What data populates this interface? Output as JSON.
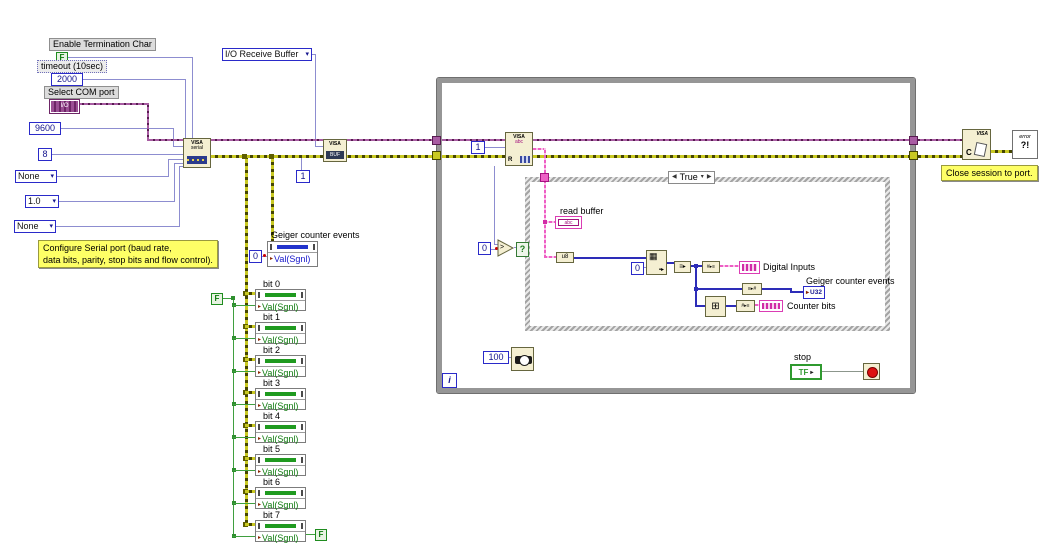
{
  "config": {
    "enable_term_label": "Enable Termination Char",
    "enable_term_value": "F",
    "timeout_label": "timeout (10sec)",
    "timeout_value": "2000",
    "com_port_label": "Select COM port",
    "com_port_value": "I/O",
    "baud_rate": "9600",
    "data_bits": "8",
    "parity": "None",
    "stop_bits": "1.0",
    "flow_control": "None",
    "comment": "Configure Serial port (baud rate,\ndata bits, parity, stop bits and flow control)."
  },
  "io_buffer": {
    "ring_label": "I/O Receive Buffer",
    "size_value": "1"
  },
  "visa_nodes": {
    "configure_title": "VISA",
    "configure_sub": "serial",
    "prop_title": "VISA",
    "prop_icon_text": "BUF",
    "read_title": "VISA",
    "read_mid": "abc",
    "read_r": "R",
    "close_title": "VISA",
    "close_c": "C",
    "error_out_line1": "error",
    "error_out_line2": "?!"
  },
  "while_loop": {
    "iteration": "i",
    "wait_ms": "100",
    "stop_label": "stop",
    "stop_tf": "TF",
    "read_count": "1",
    "compare_value": "0",
    "selector": "?"
  },
  "case": {
    "label": "True",
    "read_buffer_label": "read buffer",
    "offset_value": "0",
    "digital_inputs_label": "Digital Inputs",
    "geiger_label": "Geiger counter events",
    "geiger_type": "U32",
    "counter_bits_label": "Counter bits"
  },
  "close_section": {
    "comment": "Close session to port."
  },
  "geiger_prop": {
    "label": "Geiger counter events",
    "value": "0",
    "property": "Val(Sgnl)"
  },
  "bits": [
    {
      "label": "bit 0",
      "property": "Val(Sgnl)"
    },
    {
      "label": "bit 1",
      "property": "Val(Sgnl)"
    },
    {
      "label": "bit 2",
      "property": "Val(Sgnl)"
    },
    {
      "label": "bit 3",
      "property": "Val(Sgnl)"
    },
    {
      "label": "bit 4",
      "property": "Val(Sgnl)"
    },
    {
      "label": "bit 5",
      "property": "Val(Sgnl)"
    },
    {
      "label": "bit 6",
      "property": "Val(Sgnl)"
    },
    {
      "label": "bit 7",
      "property": "Val(Sgnl)"
    }
  ],
  "bool_consts": {
    "bits_input": "F",
    "bit7_extra": "F"
  },
  "glyphs": {
    "dropdown": "▾",
    "case_prev": "◀",
    "case_next": "▶",
    "val_arrow": "▸",
    "stop_arrow": "▸",
    "gt": ">",
    "str_to_byte": "u8",
    "array_grid": "▦",
    "array_sub": "▪▸",
    "index": "≡▸",
    "num_to_bool": "#▸≡",
    "join": "⊞",
    "bool_to_num": "≡▸#",
    "string_abc": "abc"
  },
  "colors": {
    "error_wire": "#c9c922",
    "visa_wire": "#a85ca2",
    "numeric_wire": "#8d8dd0",
    "string_wire": "#ee5ec5",
    "boolean_green": "#2f9a2f",
    "node_bg": "#f4efd2",
    "comment_bg": "#feff66",
    "loop_border": "#969696",
    "stop_dot": "#cc0000"
  }
}
